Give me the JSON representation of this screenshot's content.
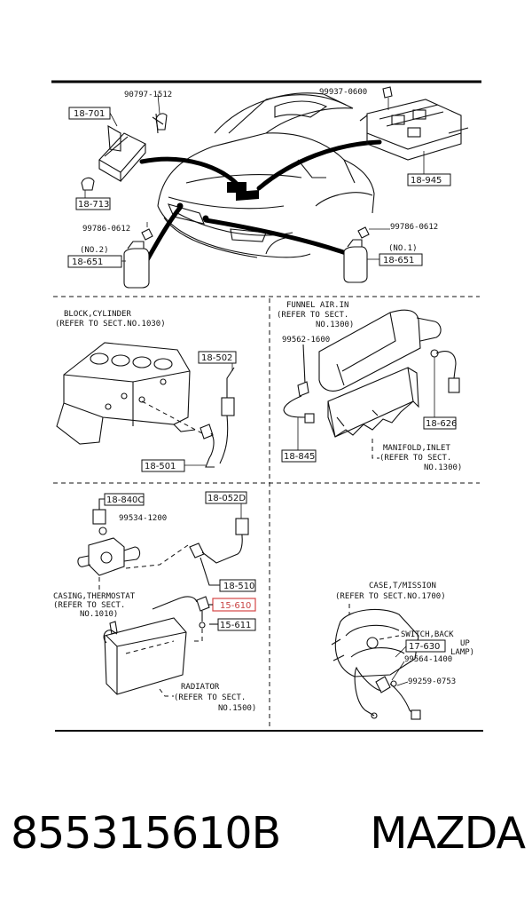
{
  "callouts": {
    "c18701": "18-701",
    "c18713": "18-713",
    "c18651_left": "18-651",
    "c18945": "18-945",
    "c18651_right": "18-651",
    "c18502": "18-502",
    "c18501": "18-501",
    "c18626": "18-626",
    "c18845": "18-845",
    "c18840c": "18-840C",
    "c18052d": "18-052D",
    "c18510": "18-510",
    "c15610": "15-610",
    "c15611": "15-611",
    "c17630": "17-630"
  },
  "fasteners": {
    "f90797": "90797-1512",
    "f99937": "99937-0600",
    "f99786_left": "99786-0612",
    "f99786_right": "99786-0612",
    "f99562": "99562-1600",
    "f99534": "99534-1200",
    "f99564": "99564-1400",
    "f99259": "99259-0753"
  },
  "notes": {
    "no2": "(NO.2)",
    "no1": "(NO.1)",
    "block_1": "BLOCK,CYLINDER",
    "block_2": "(REFER TO SECT.NO.1030)",
    "funnel_1": "FUNNEL AIR.IN",
    "funnel_2": "(REFER TO SECT.",
    "funnel_3": "NO.1300)",
    "manifold_1": "MANIFOLD,INLET",
    "manifold_2": "(REFER TO SECT.",
    "manifold_3": "NO.1300)",
    "casing_1": "CASING,THERMOSTAT",
    "casing_2": "(REFER TO SECT.",
    "casing_3": "NO.1010)",
    "radiator_1": "RADIATOR",
    "radiator_2": "(REFER TO SECT.",
    "radiator_3": "NO.1500)",
    "case_1": "CASE,T/MISSION",
    "case_2": "(REFER TO SECT.NO.1700)",
    "switch_1": "SWITCH,BACK",
    "switch_2": "UP",
    "switch_3": "LAMP)"
  },
  "footer": {
    "part_number": "855315610B",
    "brand": "MAZDA"
  },
  "highlight_color": "#d64545"
}
